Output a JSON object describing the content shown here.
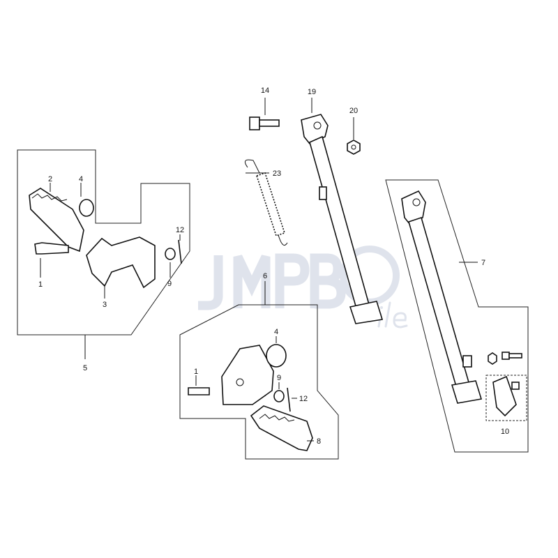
{
  "watermark": {
    "text": "JMPB",
    "suffix": "ile"
  },
  "callouts": {
    "bolt_top": "14",
    "side_stand": "19",
    "nut": "20",
    "spring": "23",
    "left_step": "2",
    "left_spring": "4",
    "left_pin": "12",
    "left_bolt": "1",
    "left_washer": "9",
    "left_bracket": "3",
    "left_assembly": "5",
    "right_assembly": "6",
    "right_spring": "4",
    "right_bolt": "1",
    "right_washer": "9",
    "right_pin": "12",
    "right_step": "8",
    "stand_assembly": "7",
    "stand_pad": "10"
  }
}
